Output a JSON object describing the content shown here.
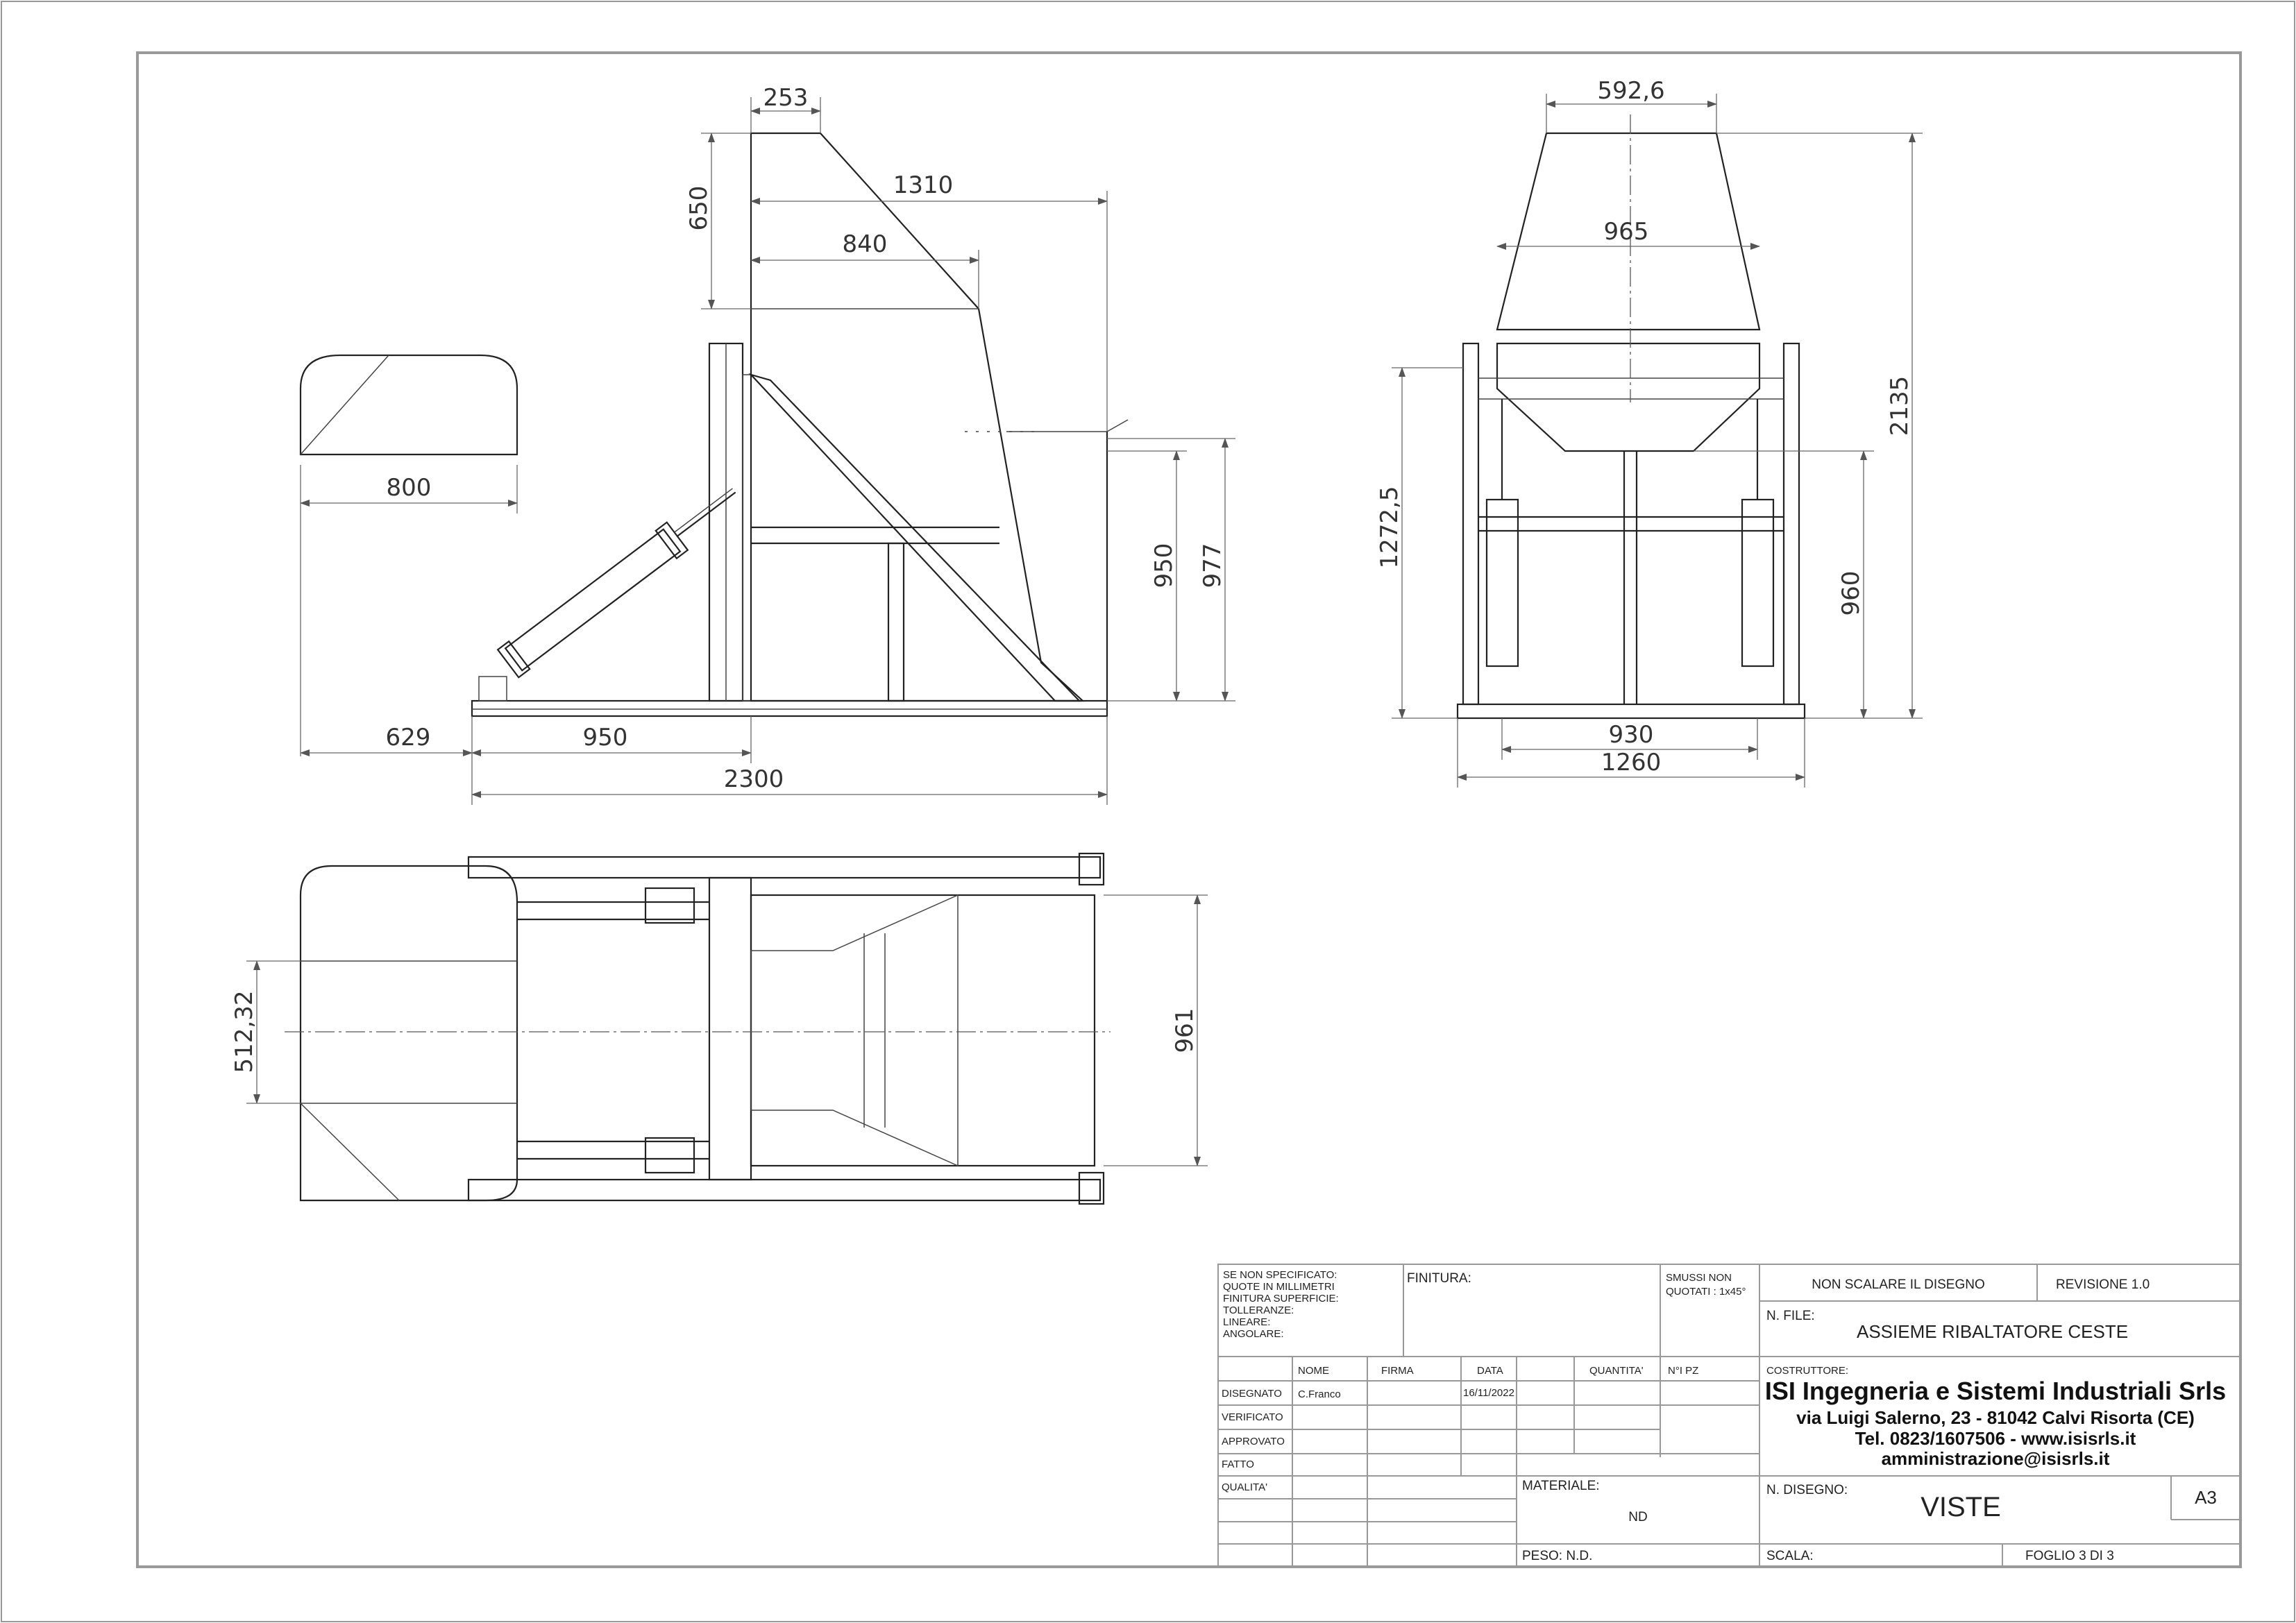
{
  "drawing": {
    "side_view": {
      "dims": {
        "top_width": "253",
        "hopper_height": "650",
        "hopper_reach": "1310",
        "hopper_inner": "840",
        "height_950": "950",
        "height_977": "977",
        "left_629": "629",
        "base_950": "950",
        "overall_length": "2300"
      }
    },
    "basket_detail": {
      "dims": {
        "width": "800"
      }
    },
    "front_view": {
      "dims": {
        "top_width": "592,6",
        "hopper_width": "965",
        "overall_height": "2135",
        "pivot_height": "1272,5",
        "cylinder_height": "960",
        "inner_width": "930",
        "overall_width": "1260"
      }
    },
    "top_view": {
      "dims": {
        "basket_half": "512,32",
        "overall_width": "961"
      }
    }
  },
  "title_block": {
    "general_notes": [
      "SE NON SPECIFICATO:",
      "QUOTE IN MILLIMETRI",
      "FINITURA SUPERFICIE:",
      "TOLLERANZE:",
      "LINEARE:",
      "ANGOLARE:"
    ],
    "finitura_label": "FINITURA:",
    "smussi_lines": [
      "SMUSSI NON",
      "QUOTATI : 1x45°"
    ],
    "do_not_scale": "NON SCALARE IL DISEGNO",
    "revision": "REVISIONE  1.0",
    "file_label": "N. FILE:",
    "file_name": "ASSIEME RIBALTATORE CESTE",
    "col_headers": [
      "NOME",
      "FIRMA",
      "DATA",
      "QUANTITA'",
      "N°I PZ"
    ],
    "row_labels": [
      "DISEGNATO",
      "VERIFICATO",
      "APPROVATO",
      "FATTO",
      "QUALITA'"
    ],
    "designer": "C.Franco",
    "date": "16/11/2022",
    "manufacturer_label": "COSTRUTTORE:",
    "company_name": "ISI Ingegneria e Sistemi Industriali Srls",
    "company_address": "via Luigi Salerno, 23 - 81042 Calvi Risorta (CE)",
    "company_contact": "Tel. 0823/1607506 - www.isisrls.it",
    "company_email": "amministrazione@isisrls.it",
    "material_label": "MATERIALE:",
    "material_value": "ND",
    "drawing_no_label": "N. DISEGNO:",
    "drawing_no": "VISTE",
    "sheet_size": "A3",
    "weight_label": "PESO: N.D.",
    "scale_label": "SCALA:",
    "sheet_info": "FOGLIO  3    DI  3"
  }
}
